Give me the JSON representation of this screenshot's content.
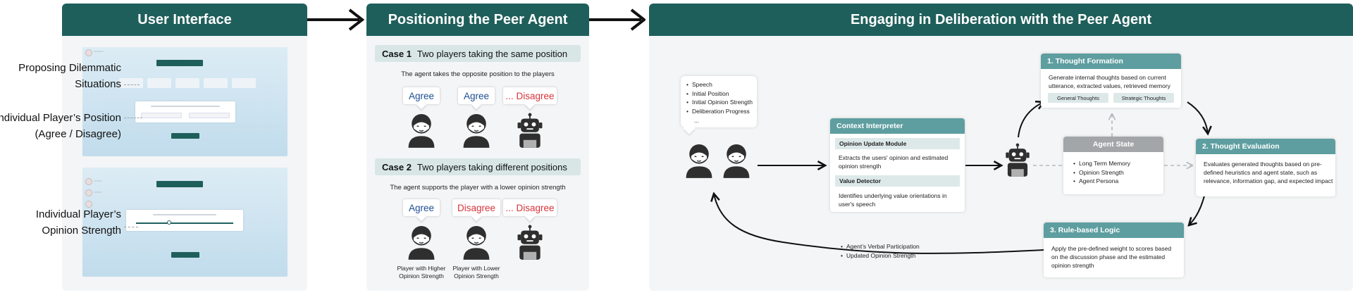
{
  "panels": {
    "ui": {
      "title": "User Interface"
    },
    "positioning": {
      "title": "Positioning the Peer Agent"
    },
    "deliberation": {
      "title": "Engaging in Deliberation with the Peer Agent"
    }
  },
  "ui_labels": {
    "dilemma_line1": "Proposing Dilemmatic",
    "dilemma_line2": "Situations",
    "position_line1": "Individual Player’s Position",
    "position_line2": "(Agree / Disagree)",
    "strength_line1": "Individual Player’s",
    "strength_line2": "Opinion Strength"
  },
  "cases": [
    {
      "id": "Case 1",
      "title": "Two players taking the same position",
      "description": "The agent takes the opposite position to the players",
      "bubbles": [
        "Agree",
        "Agree",
        "... Disagree"
      ]
    },
    {
      "id": "Case 2",
      "title": "Two players taking different positions",
      "description": "The agent supports the player with a lower opinion strength",
      "bubbles": [
        "Agree",
        "Disagree",
        "... Disagree"
      ],
      "captions": [
        {
          "line1": "Player with Higher",
          "line2": "Opinion Strength"
        },
        {
          "line1": "Player with Lower",
          "line2": "Opinion Strength"
        }
      ]
    }
  ],
  "speech_inputs": [
    "Speech",
    "Initial Position",
    "Initial Opinion Strength",
    "Deliberation Progress",
    "..."
  ],
  "context_interpreter": {
    "title": "Context Interpreter",
    "opinion_module": {
      "title": "Opinion Update Module",
      "text_line1": "Extracts the users' opinion and estimated",
      "text_line2": "opinion strength"
    },
    "value_detector": {
      "title": "Value Detector",
      "text_line1": "Identifies underlying value orientations in",
      "text_line2": "user's speech"
    }
  },
  "agent_state": {
    "title": "Agent State",
    "items": [
      "Long Term Memory",
      "Opinion Strength",
      "Agent Persona"
    ]
  },
  "thought_formation": {
    "title": "1.  Thought Formation",
    "text_line1": "Generate internal thoughts based on current",
    "text_line2": "utterance, extracted values, retrieved memory",
    "pills": [
      "General Thoughts",
      "Strategic Thoughts"
    ]
  },
  "thought_evaluation": {
    "title": "2.  Thought Evaluation",
    "text_line1": "Evaluates generated thoughts based on pre-",
    "text_line2": "defined heuristics and agent state, such as",
    "text_line3": "relevance, information gap, and expected impact"
  },
  "rule_logic": {
    "title": "3.  Rule-based Logic",
    "text_line1": "Apply the pre-defined weight to scores based",
    "text_line2": "on the discussion phase and the estimated",
    "text_line3": "opinion strength"
  },
  "outputs": [
    "Agent’s Verbal Participation",
    "Updated Opinion Strength"
  ],
  "colors": {
    "header": "#1f5f5b",
    "card_header": "#5e9ea0",
    "agree": "#1d4f91",
    "disagree": "#d8343b"
  }
}
